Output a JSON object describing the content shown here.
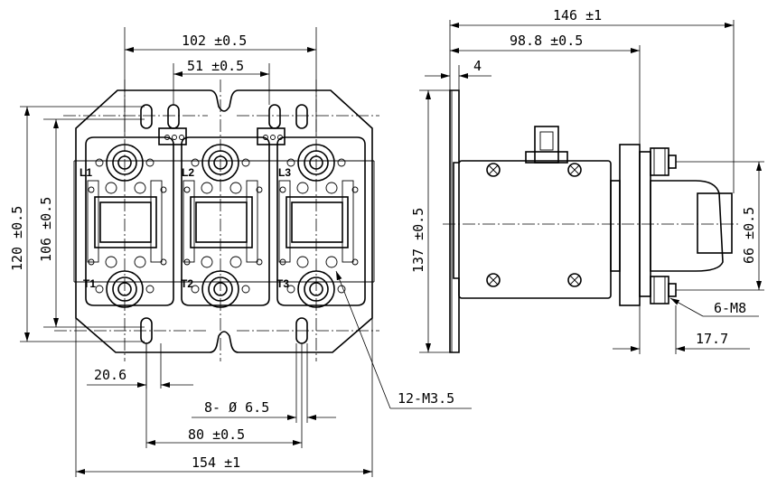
{
  "dimensions": {
    "front_width_top": "102 ±0.5",
    "front_pitch": "51 ±0.5",
    "front_height_outer": "120 ±0.5",
    "front_height_inner": "106 ±0.5",
    "left_offset": "20.6",
    "mount_holes": "8- Ø 6.5",
    "hole_spacing": "80 ±0.5",
    "front_width_total": "154 ±1",
    "terminal_screws": "12-M3.5",
    "side_length_total": "146 ±1",
    "side_length_inner": "98.8 ±0.5",
    "flange_thickness": "4",
    "side_height": "137 ±0.5",
    "stud_spacing": "66 ±0.5",
    "studs": "6-M8",
    "stud_projection": "17.7"
  },
  "terminals": {
    "line": [
      "L1",
      "L2",
      "L3"
    ],
    "load": [
      "T1",
      "T2",
      "T3"
    ]
  }
}
